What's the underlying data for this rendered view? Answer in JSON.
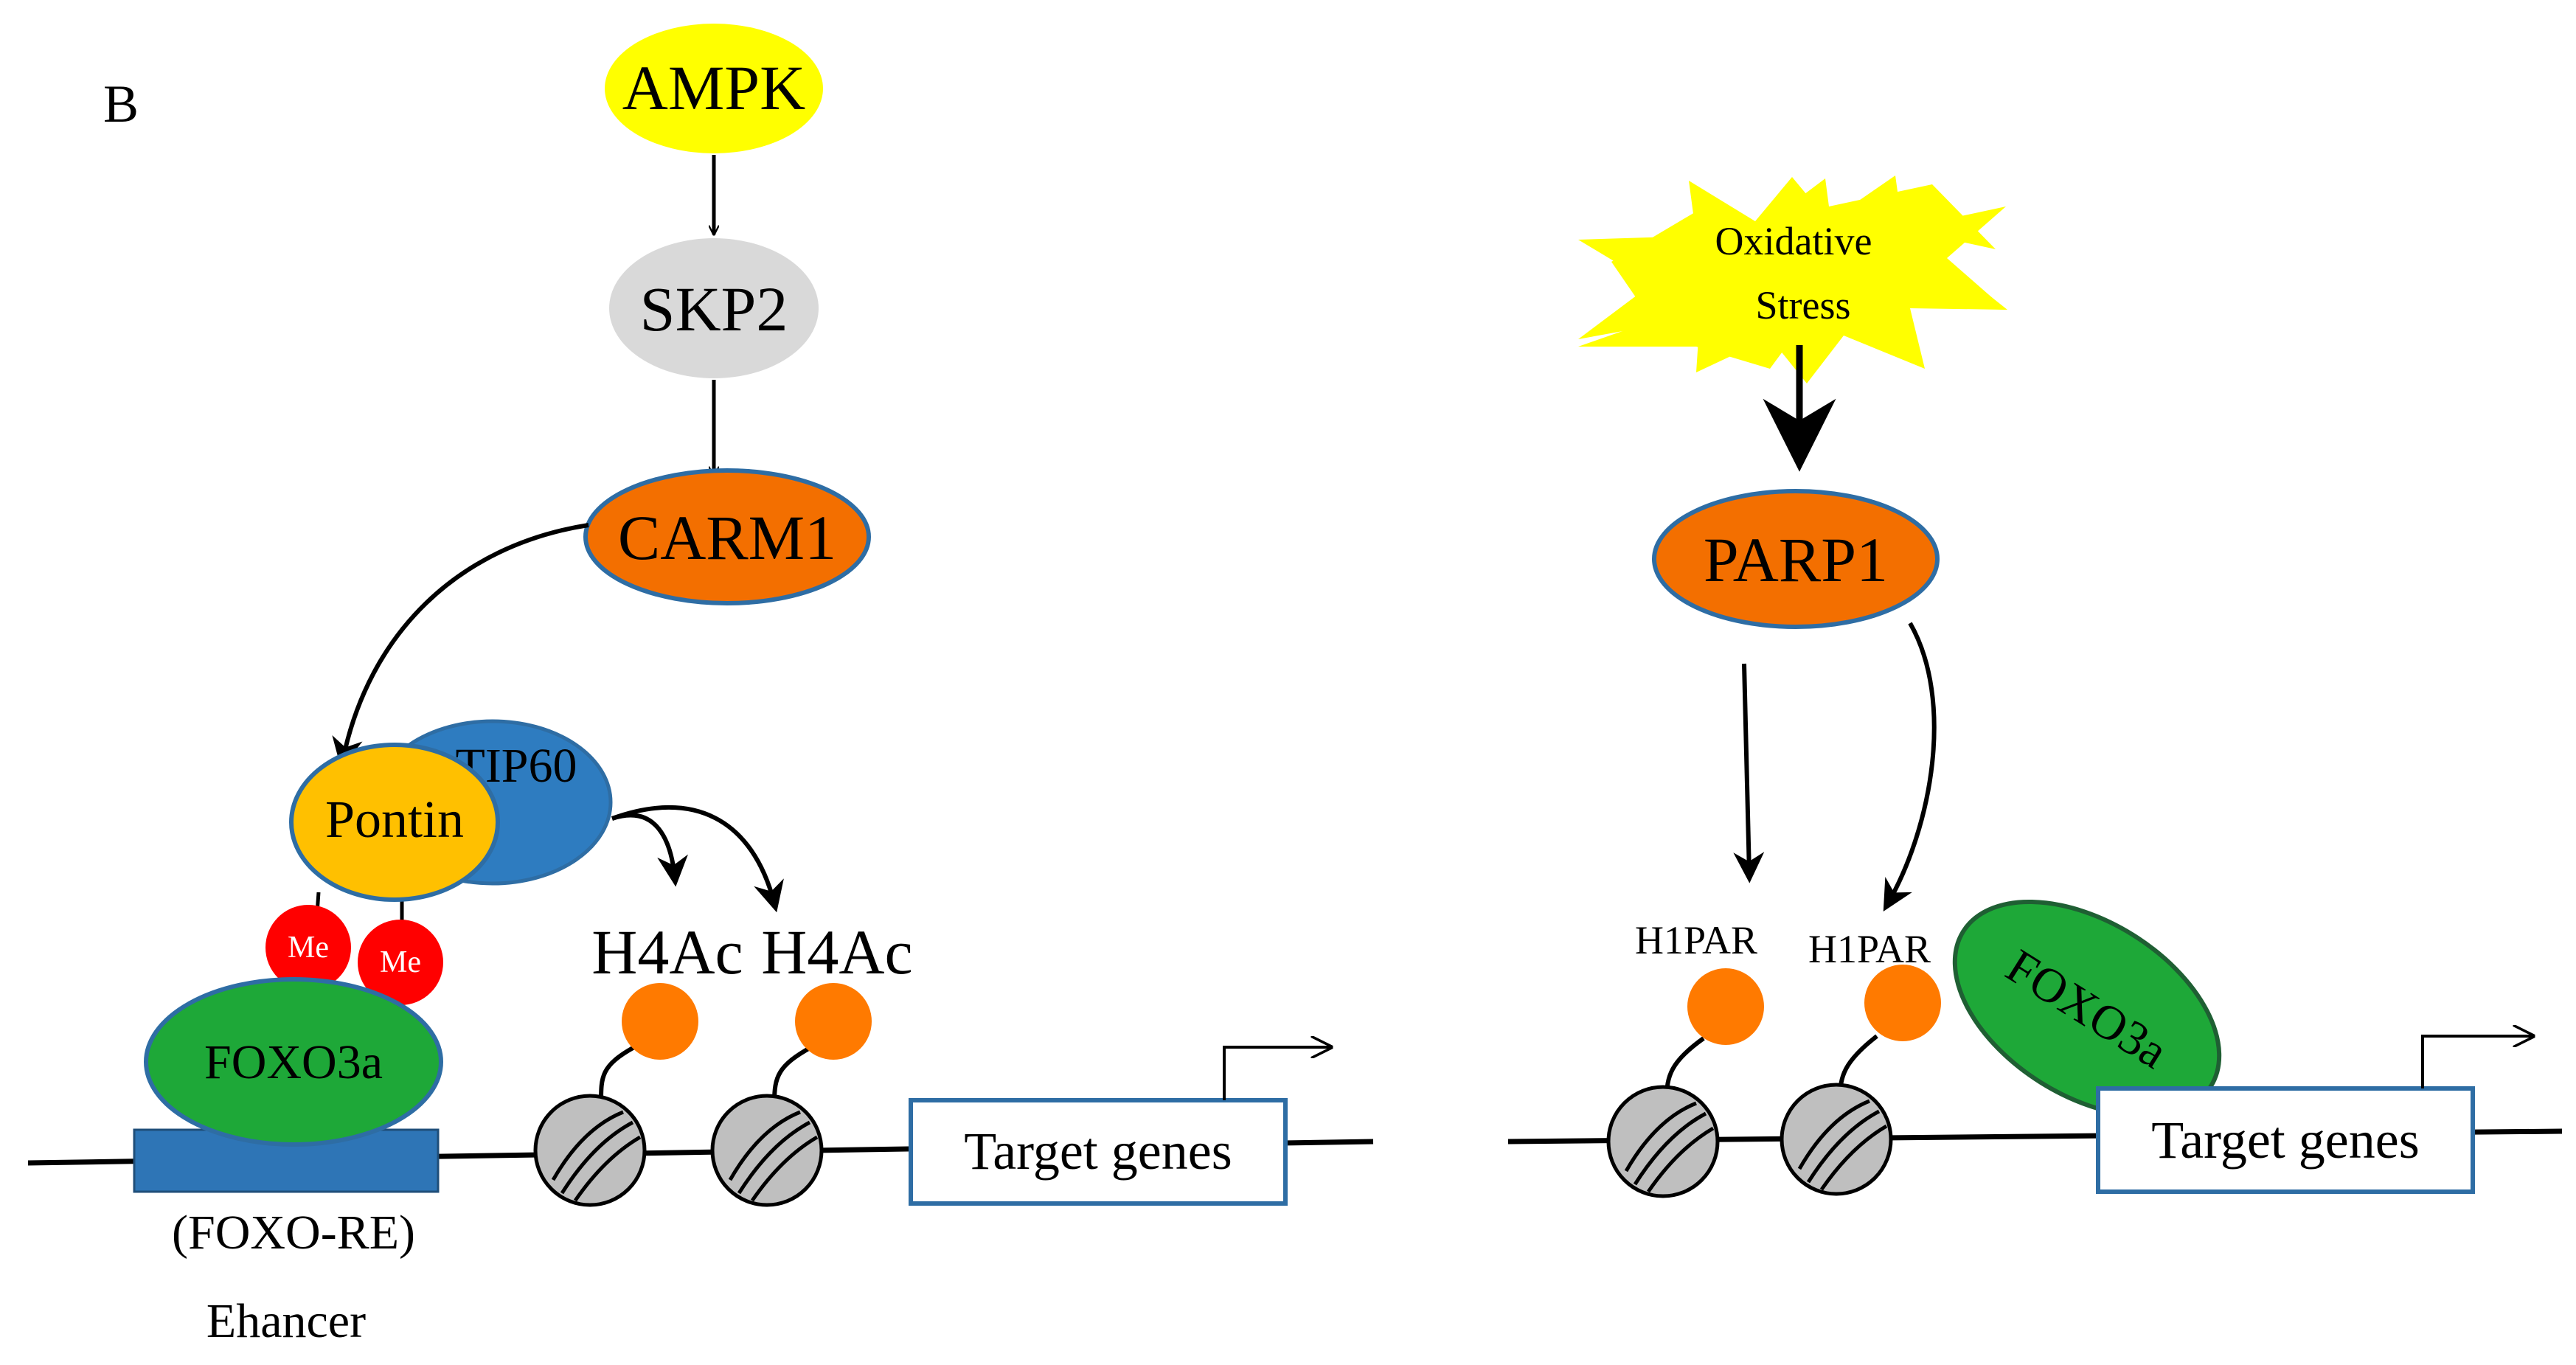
{
  "panel_label": "B",
  "left": {
    "ampk": "AMPK",
    "skp2": "SKP2",
    "carm1": "CARM1",
    "tip60": "TIP60",
    "pontin": "Pontin",
    "me_1": "Me",
    "me_2": "Me",
    "foxo3a": "FOXO3a",
    "h4ac_1": "H4Ac",
    "h4ac_2": "H4Ac",
    "target_genes": "Target genes",
    "foxo_re": "(FOXO-RE)",
    "enhancer": "Ehancer"
  },
  "right": {
    "stress": "Oxidative Stress",
    "stress_line1": "Oxidative",
    "stress_line2": "Stress",
    "parp1": "PARP1",
    "h1par_1": "H1PAR",
    "h1par_2": "H1PAR",
    "foxo3a": "FOXO3a",
    "target_genes": "Target genes"
  },
  "colors": {
    "ampk_fill": "#FFFF00",
    "skp2_fill": "#D9D9D9",
    "enzyme_fill": "#F36F00",
    "outline_blue": "#2E6DA4",
    "tip60_fill": "#2E7CC0",
    "pontin_fill": "#FFC000",
    "me_fill": "#FF0000",
    "foxo_fill": "#1EA838",
    "foxo_outline": "#1F5F33",
    "foxo_re_fill": "#2E75B6",
    "acetyl_fill": "#FF7A00",
    "nucleosome_fill": "#BFBFBF",
    "star_fill": "#FFFF00"
  }
}
